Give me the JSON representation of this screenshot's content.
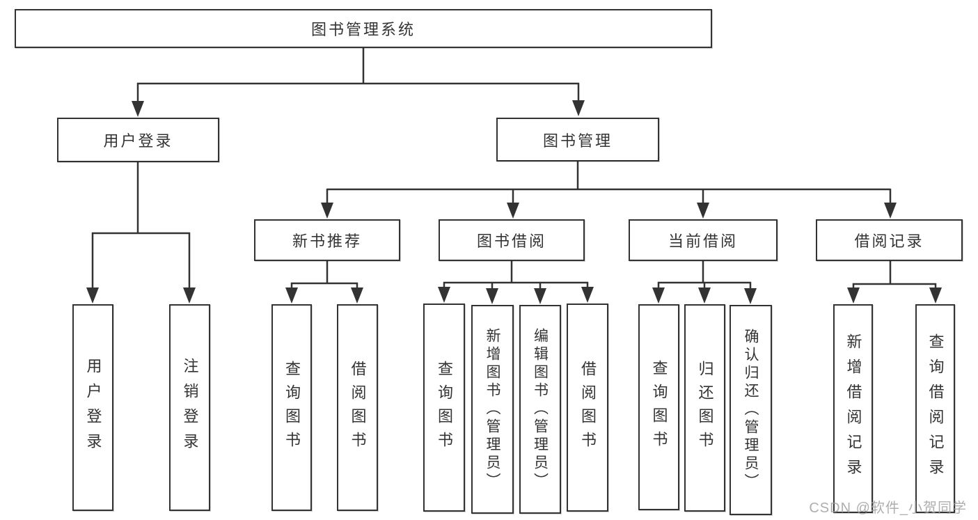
{
  "diagram": {
    "root": {
      "label": "图书管理系统"
    },
    "level2": [
      {
        "label": "用户登录"
      },
      {
        "label": "图书管理"
      }
    ],
    "level3": [
      {
        "label": "新书推荐"
      },
      {
        "label": "图书借阅"
      },
      {
        "label": "当前借阅"
      },
      {
        "label": "借阅记录"
      }
    ],
    "leaves": {
      "user_login": [
        {
          "label": "用户登录"
        },
        {
          "label": "注销登录"
        }
      ],
      "new_book_recommend": [
        {
          "label": "查询图书"
        },
        {
          "label": "借阅图书"
        }
      ],
      "book_borrow": [
        {
          "label": "查询图书"
        },
        {
          "label": "新增图书（管理员）"
        },
        {
          "label": "编辑图书（管理员）"
        },
        {
          "label": "借阅图书"
        }
      ],
      "current_borrow": [
        {
          "label": "查询图书"
        },
        {
          "label": "归还图书"
        },
        {
          "label": "确认归还（管理员）"
        }
      ],
      "borrow_records": [
        {
          "label": "新增借阅记录"
        },
        {
          "label": "查询借阅记录"
        }
      ]
    }
  },
  "watermark": {
    "text": "CSDN @软件_小贺同学"
  },
  "colors": {
    "line": "#333333",
    "text": "#333333",
    "watermark": "#a0a0a0",
    "background": "#ffffff"
  }
}
